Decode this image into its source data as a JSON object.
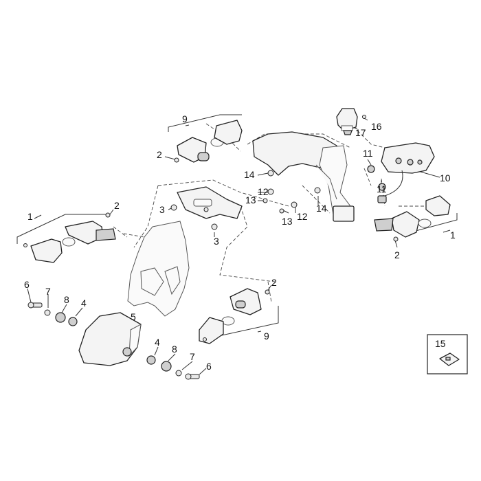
{
  "labels": [
    {
      "text": "1"
    },
    {
      "text": "1"
    },
    {
      "text": "2"
    },
    {
      "text": "2"
    },
    {
      "text": "2"
    },
    {
      "text": "2"
    },
    {
      "text": "3"
    },
    {
      "text": "3"
    },
    {
      "text": "4"
    },
    {
      "text": "4"
    },
    {
      "text": "5"
    },
    {
      "text": "6"
    },
    {
      "text": "6"
    },
    {
      "text": "7"
    },
    {
      "text": "7"
    },
    {
      "text": "8"
    },
    {
      "text": "8"
    },
    {
      "text": "9"
    },
    {
      "text": "9"
    },
    {
      "text": "10"
    },
    {
      "text": "11"
    },
    {
      "text": "11"
    },
    {
      "text": "12"
    },
    {
      "text": "12"
    },
    {
      "text": "13"
    },
    {
      "text": "13"
    },
    {
      "text": "14"
    },
    {
      "text": "14"
    },
    {
      "text": "15"
    },
    {
      "text": "16"
    },
    {
      "text": "17"
    }
  ]
}
